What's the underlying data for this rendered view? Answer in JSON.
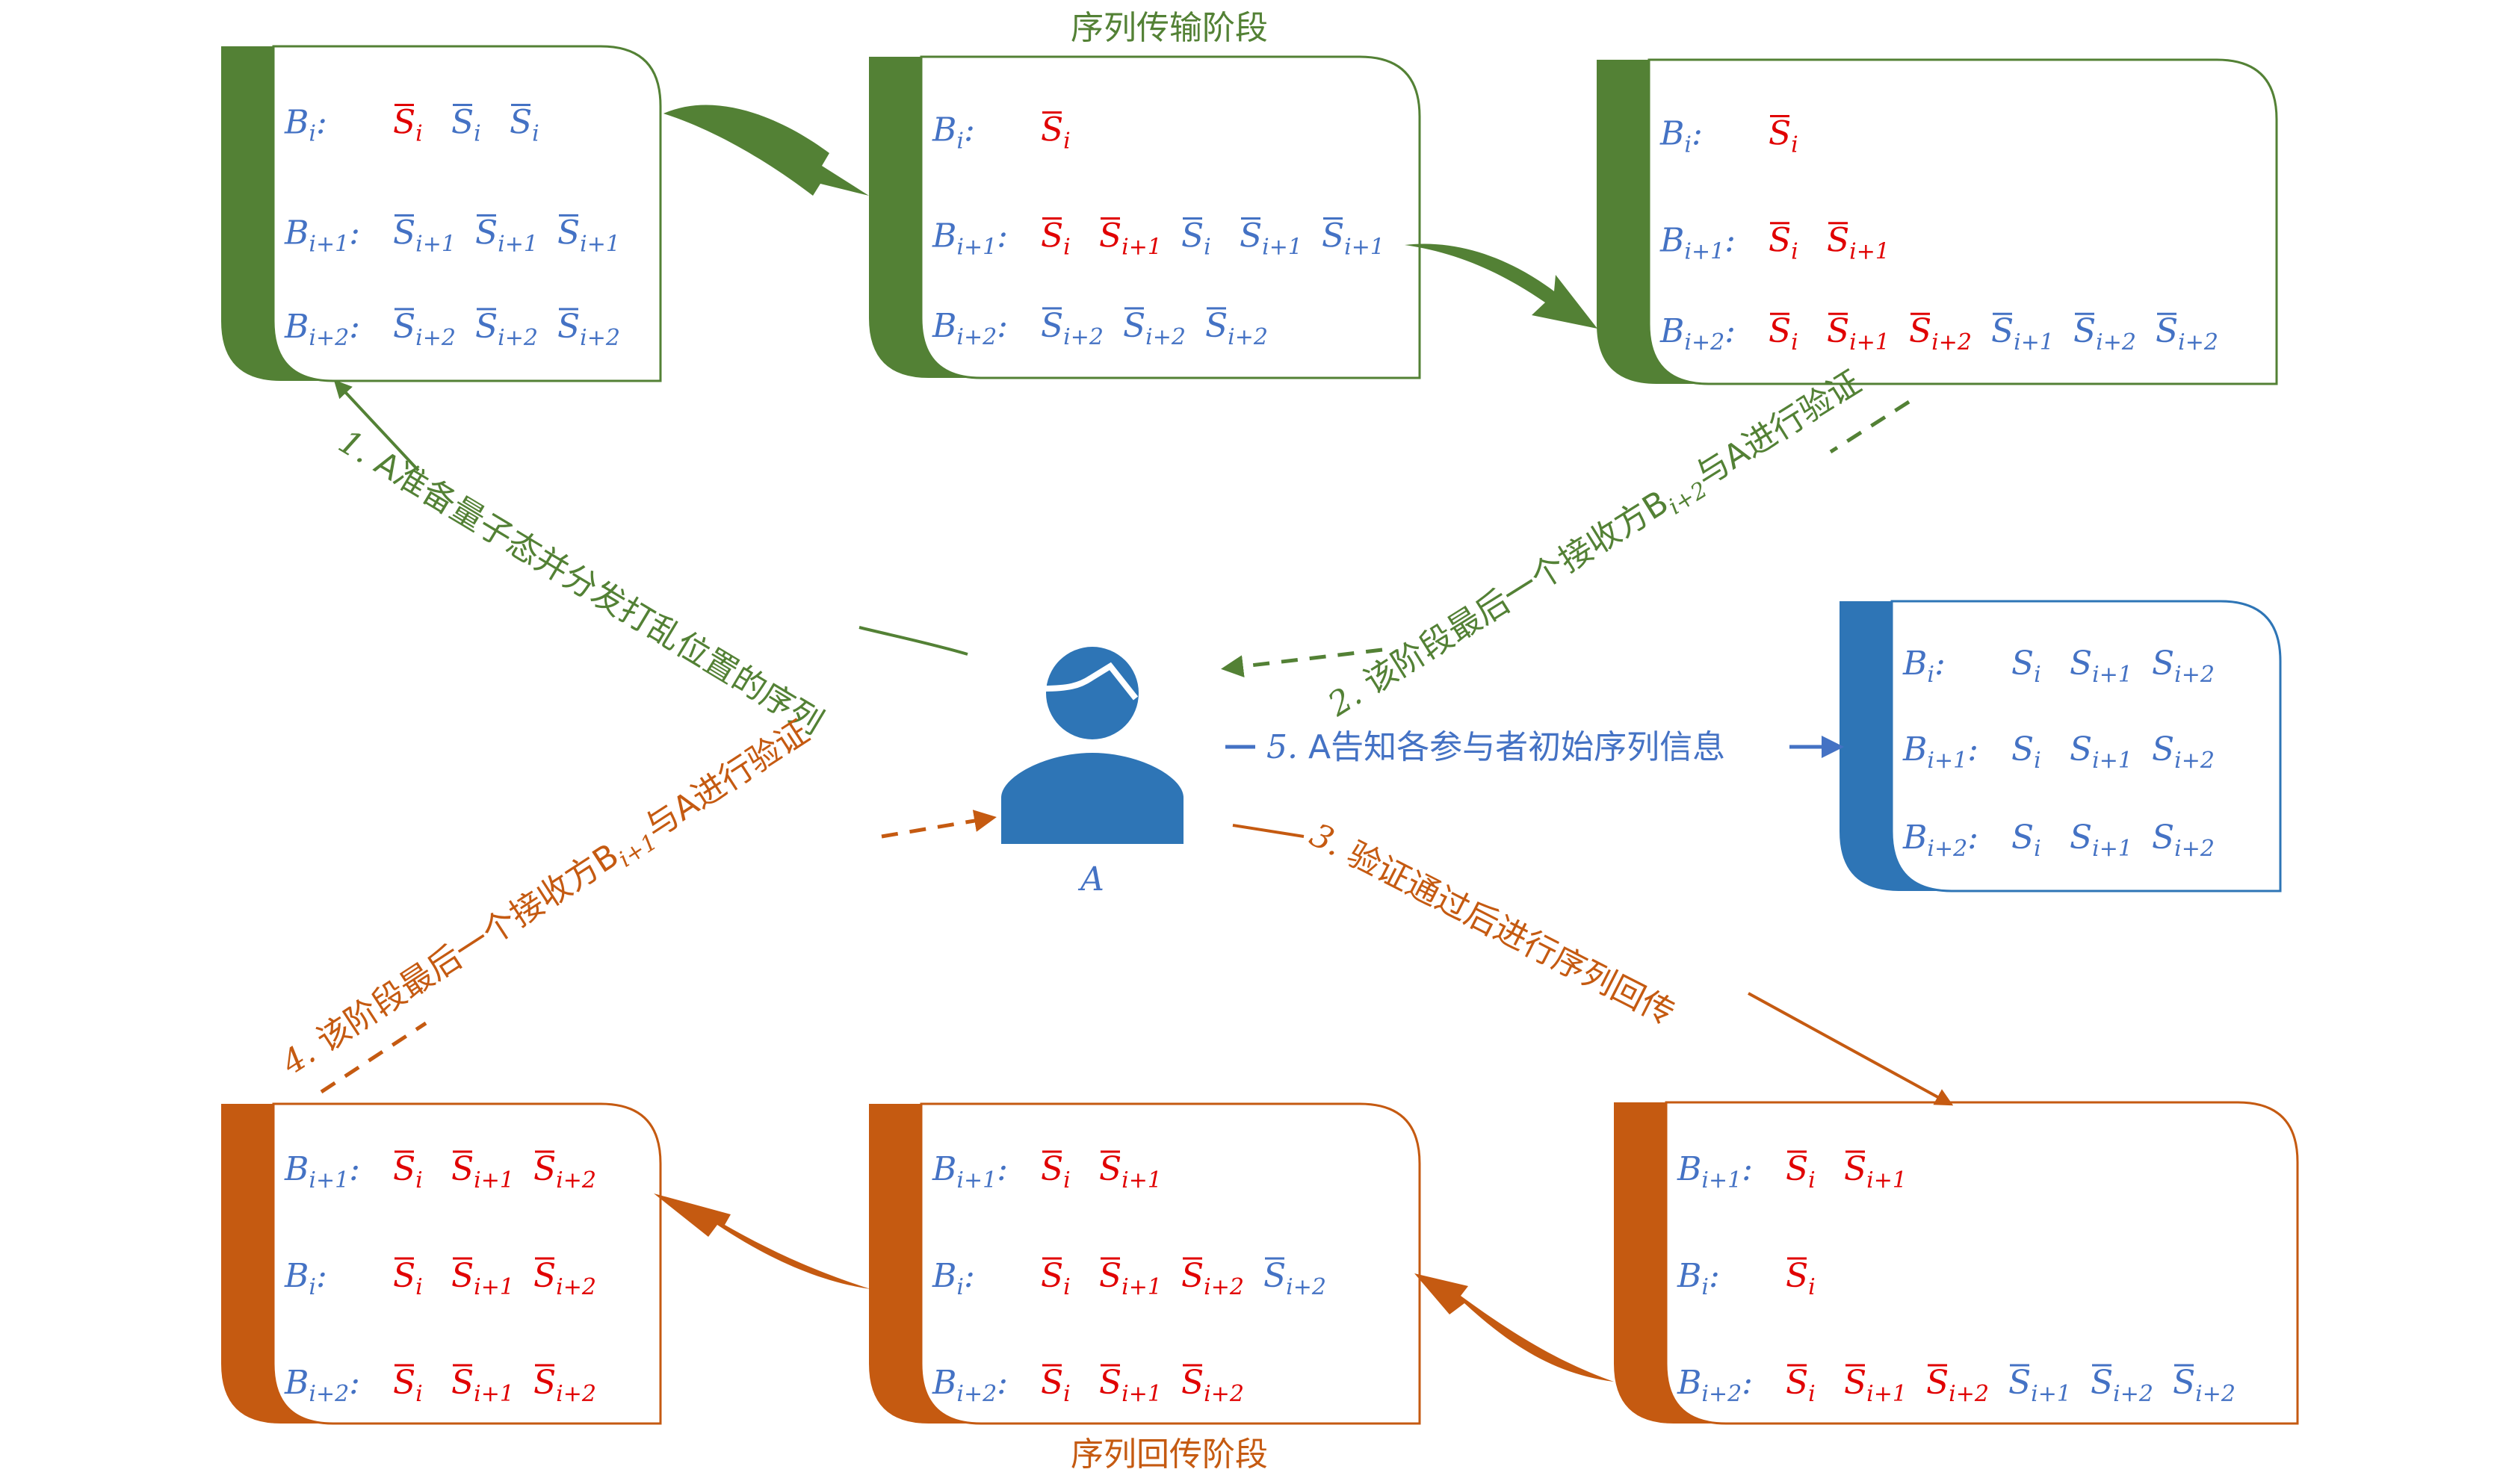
{
  "colors": {
    "transmission": "#538135",
    "return": "#c55a11",
    "initial": "#2e75b6",
    "text_blue": "#4472c4",
    "text_red": "#e00000",
    "actor": "#2e75b6"
  },
  "stages": {
    "transmission_title": "序列传输阶段",
    "return_title": "序列回传阶段"
  },
  "actor": {
    "label": "A",
    "icon": "person-icon"
  },
  "boxes": [
    {
      "id": "t1",
      "stage": "transmission",
      "rows": [
        {
          "party": "B",
          "sub": "i",
          "items": [
            {
              "s": "S",
              "sub": "i",
              "bar": true,
              "hl": true
            },
            {
              "s": "S",
              "sub": "i",
              "bar": true,
              "hl": false
            },
            {
              "s": "S",
              "sub": "i",
              "bar": true,
              "hl": false
            }
          ]
        },
        {
          "party": "B",
          "sub": "i+1",
          "items": [
            {
              "s": "S",
              "sub": "i+1",
              "bar": true,
              "hl": false
            },
            {
              "s": "S",
              "sub": "i+1",
              "bar": true,
              "hl": false
            },
            {
              "s": "S",
              "sub": "i+1",
              "bar": true,
              "hl": false
            }
          ]
        },
        {
          "party": "B",
          "sub": "i+2",
          "items": [
            {
              "s": "S",
              "sub": "i+2",
              "bar": true,
              "hl": false
            },
            {
              "s": "S",
              "sub": "i+2",
              "bar": true,
              "hl": false
            },
            {
              "s": "S",
              "sub": "i+2",
              "bar": true,
              "hl": false
            }
          ]
        }
      ]
    },
    {
      "id": "t2",
      "stage": "transmission",
      "rows": [
        {
          "party": "B",
          "sub": "i",
          "items": [
            {
              "s": "S",
              "sub": "i",
              "bar": true,
              "hl": true
            }
          ]
        },
        {
          "party": "B",
          "sub": "i+1",
          "items": [
            {
              "s": "S",
              "sub": "i",
              "bar": true,
              "hl": true
            },
            {
              "s": "S",
              "sub": "i+1",
              "bar": true,
              "hl": true
            },
            {
              "s": "S",
              "sub": "i",
              "bar": true,
              "hl": false
            },
            {
              "s": "S",
              "sub": "i+1",
              "bar": true,
              "hl": false
            },
            {
              "s": "S",
              "sub": "i+1",
              "bar": true,
              "hl": false
            }
          ]
        },
        {
          "party": "B",
          "sub": "i+2",
          "items": [
            {
              "s": "S",
              "sub": "i+2",
              "bar": true,
              "hl": false
            },
            {
              "s": "S",
              "sub": "i+2",
              "bar": true,
              "hl": false
            },
            {
              "s": "S",
              "sub": "i+2",
              "bar": true,
              "hl": false
            }
          ]
        }
      ]
    },
    {
      "id": "t3",
      "stage": "transmission",
      "rows": [
        {
          "party": "B",
          "sub": "i",
          "items": [
            {
              "s": "S",
              "sub": "i",
              "bar": true,
              "hl": true
            }
          ]
        },
        {
          "party": "B",
          "sub": "i+1",
          "items": [
            {
              "s": "S",
              "sub": "i",
              "bar": true,
              "hl": true
            },
            {
              "s": "S",
              "sub": "i+1",
              "bar": true,
              "hl": true
            }
          ]
        },
        {
          "party": "B",
          "sub": "i+2",
          "items": [
            {
              "s": "S",
              "sub": "i",
              "bar": true,
              "hl": true
            },
            {
              "s": "S",
              "sub": "i+1",
              "bar": true,
              "hl": true
            },
            {
              "s": "S",
              "sub": "i+2",
              "bar": true,
              "hl": true
            },
            {
              "s": "S",
              "sub": "i+1",
              "bar": true,
              "hl": false
            },
            {
              "s": "S",
              "sub": "i+2",
              "bar": true,
              "hl": false
            },
            {
              "s": "S",
              "sub": "i+2",
              "bar": true,
              "hl": false
            }
          ]
        }
      ]
    },
    {
      "id": "init",
      "stage": "initial",
      "rows": [
        {
          "party": "B",
          "sub": "i",
          "items": [
            {
              "s": "S",
              "sub": "i",
              "bar": false,
              "hl": false
            },
            {
              "s": "S",
              "sub": "i+1",
              "bar": false,
              "hl": false
            },
            {
              "s": "S",
              "sub": "i+2",
              "bar": false,
              "hl": false
            }
          ]
        },
        {
          "party": "B",
          "sub": "i+1",
          "items": [
            {
              "s": "S",
              "sub": "i",
              "bar": false,
              "hl": false
            },
            {
              "s": "S",
              "sub": "i+1",
              "bar": false,
              "hl": false
            },
            {
              "s": "S",
              "sub": "i+2",
              "bar": false,
              "hl": false
            }
          ]
        },
        {
          "party": "B",
          "sub": "i+2",
          "items": [
            {
              "s": "S",
              "sub": "i",
              "bar": false,
              "hl": false
            },
            {
              "s": "S",
              "sub": "i+1",
              "bar": false,
              "hl": false
            },
            {
              "s": "S",
              "sub": "i+2",
              "bar": false,
              "hl": false
            }
          ]
        }
      ]
    },
    {
      "id": "r1",
      "stage": "return",
      "rows": [
        {
          "party": "B",
          "sub": "i+1",
          "items": [
            {
              "s": "S",
              "sub": "i",
              "bar": true,
              "hl": true
            },
            {
              "s": "S",
              "sub": "i+1",
              "bar": true,
              "hl": true
            },
            {
              "s": "S",
              "sub": "i+2",
              "bar": true,
              "hl": true
            }
          ]
        },
        {
          "party": "B",
          "sub": "i",
          "items": [
            {
              "s": "S",
              "sub": "i",
              "bar": true,
              "hl": true
            },
            {
              "s": "S",
              "sub": "i+1",
              "bar": true,
              "hl": true
            },
            {
              "s": "S",
              "sub": "i+2",
              "bar": true,
              "hl": true
            }
          ]
        },
        {
          "party": "B",
          "sub": "i+2",
          "items": [
            {
              "s": "S",
              "sub": "i",
              "bar": true,
              "hl": true
            },
            {
              "s": "S",
              "sub": "i+1",
              "bar": true,
              "hl": true
            },
            {
              "s": "S",
              "sub": "i+2",
              "bar": true,
              "hl": true
            }
          ]
        }
      ]
    },
    {
      "id": "r2",
      "stage": "return",
      "rows": [
        {
          "party": "B",
          "sub": "i+1",
          "items": [
            {
              "s": "S",
              "sub": "i",
              "bar": true,
              "hl": true
            },
            {
              "s": "S",
              "sub": "i+1",
              "bar": true,
              "hl": true
            }
          ]
        },
        {
          "party": "B",
          "sub": "i",
          "items": [
            {
              "s": "S",
              "sub": "i",
              "bar": true,
              "hl": true
            },
            {
              "s": "S",
              "sub": "i+1",
              "bar": true,
              "hl": true
            },
            {
              "s": "S",
              "sub": "i+2",
              "bar": true,
              "hl": true
            },
            {
              "s": "S",
              "sub": "i+2",
              "bar": true,
              "hl": false
            }
          ]
        },
        {
          "party": "B",
          "sub": "i+2",
          "items": [
            {
              "s": "S",
              "sub": "i",
              "bar": true,
              "hl": true
            },
            {
              "s": "S",
              "sub": "i+1",
              "bar": true,
              "hl": true
            },
            {
              "s": "S",
              "sub": "i+2",
              "bar": true,
              "hl": true
            }
          ]
        }
      ]
    },
    {
      "id": "r3",
      "stage": "return",
      "rows": [
        {
          "party": "B",
          "sub": "i+1",
          "items": [
            {
              "s": "S",
              "sub": "i",
              "bar": true,
              "hl": true
            },
            {
              "s": "S",
              "sub": "i+1",
              "bar": true,
              "hl": true
            }
          ]
        },
        {
          "party": "B",
          "sub": "i",
          "items": [
            {
              "s": "S",
              "sub": "i",
              "bar": true,
              "hl": true
            }
          ]
        },
        {
          "party": "B",
          "sub": "i+2",
          "items": [
            {
              "s": "S",
              "sub": "i",
              "bar": true,
              "hl": true
            },
            {
              "s": "S",
              "sub": "i+1",
              "bar": true,
              "hl": true
            },
            {
              "s": "S",
              "sub": "i+2",
              "bar": true,
              "hl": true
            },
            {
              "s": "S",
              "sub": "i+1",
              "bar": true,
              "hl": false
            },
            {
              "s": "S",
              "sub": "i+2",
              "bar": true,
              "hl": false
            },
            {
              "s": "S",
              "sub": "i+2",
              "bar": true,
              "hl": false
            }
          ]
        }
      ]
    }
  ],
  "steps": [
    {
      "n": "1.",
      "text": "A准备量子态并分发打乱位置的序列",
      "stage": "transmission",
      "style": "solid"
    },
    {
      "n": "2.",
      "text": "该阶段最后一个接收方B",
      "sub": "i+2",
      "text2": "与A进行验证",
      "stage": "transmission",
      "style": "dashed"
    },
    {
      "n": "3.",
      "text": "验证通过后进行序列回传",
      "stage": "return",
      "style": "solid"
    },
    {
      "n": "4.",
      "text": "该阶段最后一个接收方B",
      "sub": "i+1",
      "text2": "与A进行验证",
      "stage": "return",
      "style": "dashed"
    },
    {
      "n": "5.",
      "text": "A告知各参与者初始序列信息",
      "stage": "initial",
      "style": "solid"
    }
  ]
}
